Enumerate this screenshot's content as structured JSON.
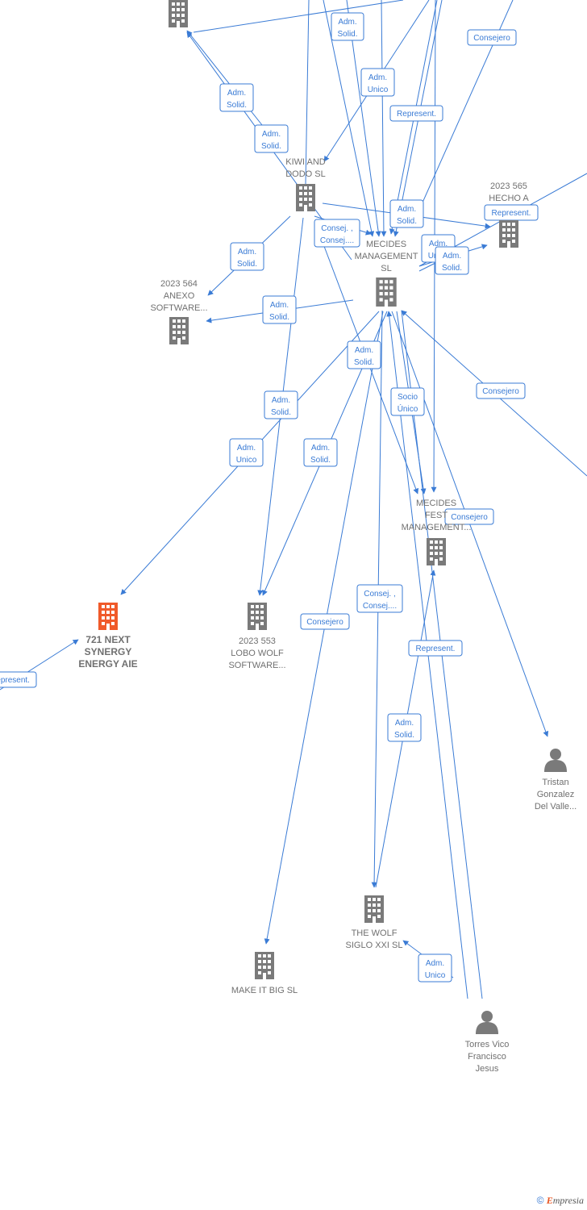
{
  "colors": {
    "edge": "#3a7bd5",
    "building": "#7a7a7a",
    "focus_building": "#f05a2a",
    "person": "#7a7a7a"
  },
  "nodes": [
    {
      "id": "top",
      "label": [],
      "icon": "building-icon"
    },
    {
      "id": "kiwi",
      "label": [
        "KIWI AND",
        "DODO  SL"
      ],
      "icon": "building-icon"
    },
    {
      "id": "mecides",
      "label": [
        "MECIDES",
        "MANAGEMENT",
        "SL"
      ],
      "icon": "building-icon"
    },
    {
      "id": "h565",
      "label": [
        "2023 565",
        "HECHO A"
      ],
      "icon": "building-icon"
    },
    {
      "id": "a564",
      "label": [
        "2023 564",
        "ANEXO",
        "SOFTWARE..."
      ],
      "icon": "building-icon"
    },
    {
      "id": "fest",
      "label": [
        "MECIDES",
        "FEST",
        "MANAGEMENT..."
      ],
      "icon": "building-icon"
    },
    {
      "id": "next",
      "label": [
        "721 NEXT",
        "SYNERGY",
        "ENERGY AIE"
      ],
      "icon": "building-icon",
      "focus": true
    },
    {
      "id": "lobo",
      "label": [
        "2023 553",
        "LOBO WOLF",
        "SOFTWARE..."
      ],
      "icon": "building-icon"
    },
    {
      "id": "tristan",
      "label": [
        "Tristan",
        "Gonzalez",
        "Del Valle..."
      ],
      "icon": "person-icon"
    },
    {
      "id": "wolf",
      "label": [
        "THE WOLF",
        "SIGLO XXI  SL"
      ],
      "icon": "building-icon"
    },
    {
      "id": "bigsl",
      "label": [
        "MAKE IT BIG  SL"
      ],
      "icon": "building-icon"
    },
    {
      "id": "torres",
      "label": [
        "Torres Vico",
        "Francisco",
        "Jesus"
      ],
      "icon": "person-icon"
    }
  ],
  "edge_labels": [
    [
      "Adm.",
      "Solid."
    ],
    [
      "Consejero"
    ],
    [
      "Adm.",
      "Unico"
    ],
    [
      "Adm.",
      "Solid."
    ],
    [
      "Represent."
    ],
    [
      "Adm.",
      "Solid."
    ],
    [
      "Adm.",
      "Solid."
    ],
    [
      "Represent."
    ],
    [
      "Consej. ,",
      "Consej...."
    ],
    [
      "Adm.",
      "Solid."
    ],
    [
      "Adm.",
      "Unico"
    ],
    [
      "Adm.",
      "Solid."
    ],
    [
      "Adm.",
      "Solid."
    ],
    [
      "Adm.",
      "Solid."
    ],
    [
      "Socio",
      "Único"
    ],
    [
      "Consejero"
    ],
    [
      "Adm.",
      "Solid."
    ],
    [
      "Adm.",
      "Unico"
    ],
    [
      "Adm.",
      "Solid."
    ],
    [
      "Consejero"
    ],
    [
      "Consej. ,",
      "Consej...."
    ],
    [
      "Consejero"
    ],
    [
      "Represent."
    ],
    [
      "Adm.",
      "Solid."
    ],
    [
      "Adm.",
      "Unico"
    ],
    [
      "Represent."
    ]
  ],
  "copyright": {
    "symbol": "©",
    "brand_first": "E",
    "brand_rest": "mpresia"
  }
}
